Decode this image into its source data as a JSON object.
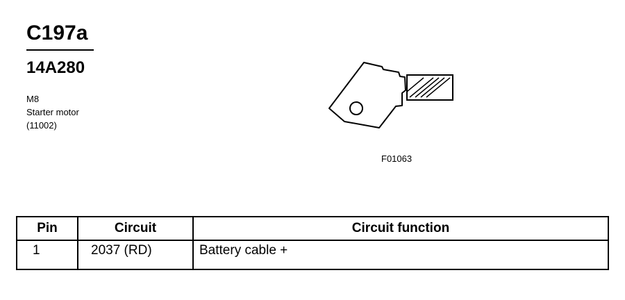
{
  "connector": {
    "id": "C197a",
    "part_number": "14A280"
  },
  "description": {
    "line1": "M8",
    "line2": "Starter motor",
    "line3": "(11002)"
  },
  "figure": {
    "code": "F01063",
    "icon": "ring-terminal-connector-icon"
  },
  "table": {
    "headers": {
      "pin": "Pin",
      "circuit": "Circuit",
      "function": "Circuit function"
    },
    "rows": [
      {
        "pin": "1",
        "circuit": "2037 (RD)",
        "function": "Battery cable +"
      }
    ]
  }
}
